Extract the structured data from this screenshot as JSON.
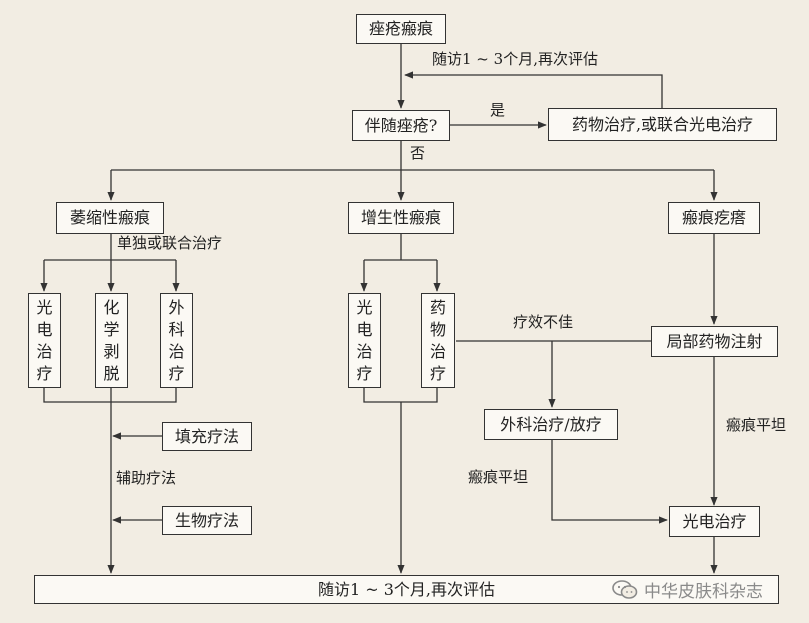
{
  "nodes": {
    "acne_scar": "痤疮瘢痕",
    "with_acne": "伴随痤疮?",
    "drug_therapy": "药物治疗,或联合光电治疗",
    "atrophic": "萎缩性瘢痕",
    "hypertrophic": "增生性瘢痕",
    "keloid": "瘢痕疙瘩",
    "photo1": [
      "光",
      "电",
      "治",
      "疗"
    ],
    "chem_peel": [
      "化",
      "学",
      "剥",
      "脱"
    ],
    "surgery1": [
      "外",
      "科",
      "治",
      "疗"
    ],
    "photo2": [
      "光",
      "电",
      "治",
      "疗"
    ],
    "drug2": [
      "药",
      "物",
      "治",
      "疗"
    ],
    "local_injection": "局部药物注射",
    "filler": "填充疗法",
    "biologic": "生物疗法",
    "surgery_radio": "外科治疗/放疗",
    "photo3": "光电治疗",
    "followup_bottom": "随访1 ~ 3个月,再次评估"
  },
  "labels": {
    "followup_top": "随访1 ~ 3个月,再次评估",
    "yes": "是",
    "no": "否",
    "single_or_combined": "单独或联合治疗",
    "adjuvant": "辅助疗法",
    "poor_effect": "疗效不佳",
    "scar_flat_1": "瘢痕平坦",
    "scar_flat_2": "瘢痕平坦"
  },
  "watermark": {
    "text": "中华皮肤科杂志",
    "icon": "wechat-icon"
  },
  "colors": {
    "background": "#f2ede3",
    "box_fill": "#fbf9f4",
    "line": "#333333"
  }
}
